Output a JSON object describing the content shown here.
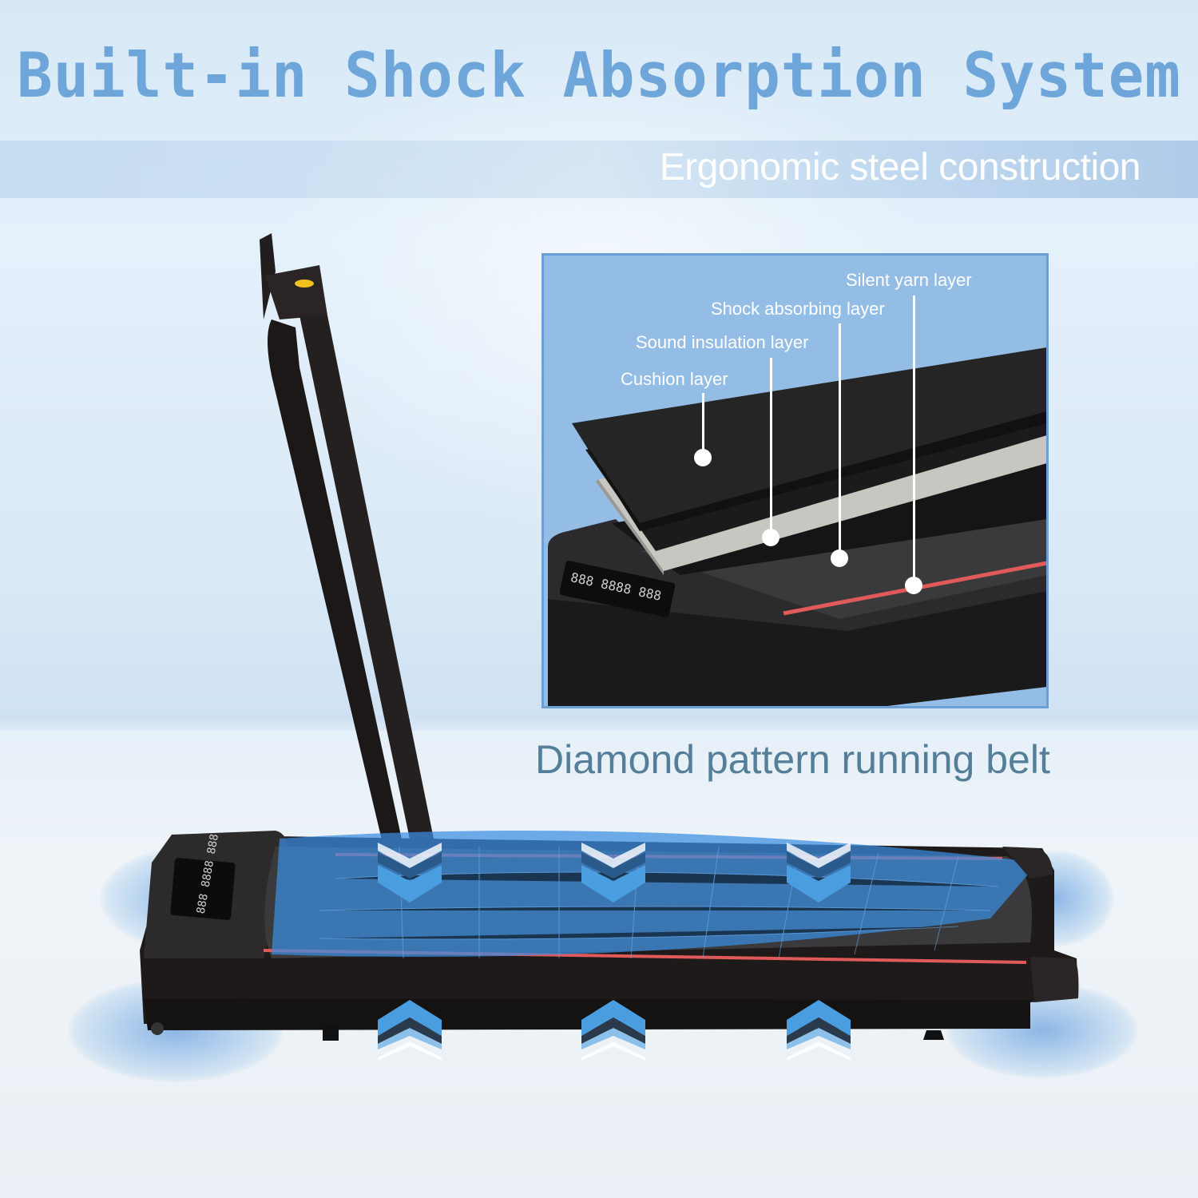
{
  "headline": "Built-in Shock Absorption System",
  "subtitle": "Ergonomic steel construction",
  "inset": {
    "layers": [
      {
        "label": "Silent yarn layer"
      },
      {
        "label": "Shock absorbing layer"
      },
      {
        "label": "Sound insulation layer"
      },
      {
        "label": "Cushion layer"
      }
    ],
    "console_display": "888 8888 888"
  },
  "belt_caption": "Diamond pattern running belt",
  "treadmill": {
    "console_display": "888 8888 888",
    "accent_color": "#e05a5a",
    "frame_color": "#1e1a1a",
    "overlay_color": "#3a8ee0"
  },
  "colors": {
    "headline": "#6fa6d9",
    "subtitle": "#ffffff",
    "inset_bg": "#94bde6",
    "caption": "#557f99"
  }
}
